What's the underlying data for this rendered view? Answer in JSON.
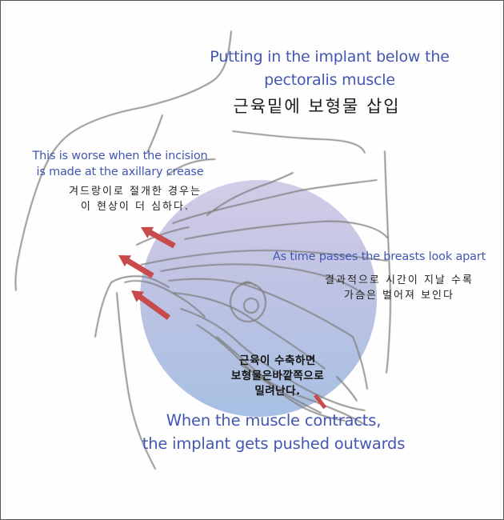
{
  "diagram": {
    "title": {
      "en_line1": "Putting in the implant below the",
      "en_line2": "pectoralis muscle",
      "ko": "근육밑에 보형물 삽입"
    },
    "axillary_note": {
      "en_line1": "This is worse when the incision",
      "en_line2": "is made at the axillary crease",
      "ko_line1": "겨드랑이로 절개한 경우는",
      "ko_line2": "이 현상이 더 심하다."
    },
    "apart_note": {
      "en": "As time passes the breasts look apart",
      "ko_line1": "결과적으로 시간이 지날 수록",
      "ko_line2": "가슴은 벌어져 보인다"
    },
    "muscle_note_ko": {
      "line1": "근육이 수축하면",
      "line2": "보형물은바깥쪽으로",
      "line3": "밀려난다."
    },
    "contract_note": {
      "en_line1": "When the muscle contracts,",
      "en_line2": "the implant gets pushed outwards"
    },
    "implant": {
      "shape": "circle",
      "gradient_top": "#cfc9e6",
      "gradient_bottom": "#a9c1e3"
    },
    "arrows": {
      "count": 4,
      "color": "#c94a4a",
      "direction": "outward (toward axilla)"
    },
    "colors": {
      "english_text": "#4356b0",
      "korean_text": "#222222",
      "sketch_lines": "#808080",
      "border": "#555555"
    }
  }
}
